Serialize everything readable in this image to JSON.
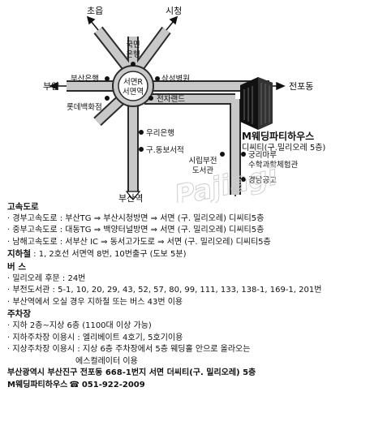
{
  "map": {
    "labels": {
      "choeup": "초읍",
      "sicheong": "시청",
      "gukmin_bank": "국민\n은행",
      "busan_bank": "부산은행",
      "seomyeon": "서면R\n서면역",
      "samsung_hospital": "삼성병원",
      "bupyeong": "부암",
      "jeonpo": "전포동",
      "lotte_dept": "롯데백화점",
      "electroland": "전자랜드",
      "woori_bank": "우리은행",
      "old_dongbo": "구.동보서적",
      "busan_station": "부산역",
      "library": "시립부전\n도서관",
      "venue_name": "M웨딩파티하우스",
      "venue_building": "디씨티(구.밀리오레 5층)",
      "gungni": "궁리마루\n수학과학체험관",
      "gyeongnam_school": "경남공고",
      "watermark": "Pajiagi"
    }
  },
  "directions": {
    "highway": {
      "title": "고속도로",
      "items": [
        "· 경부고속도로 : 부산TG ⇒ 부산시청방면 ⇒ 서면 (구. 밀리오레) 디씨티5층",
        "· 중부고속도로 : 대동TG ⇒ 백양터널방면 ⇒ 서면 (구. 밀리오레) 디씨티5층",
        "· 남해고속도로 : 서부산 IC ⇒ 동서고가도로 ⇒ 서면 (구. 밀리오레) 디씨티5층"
      ]
    },
    "subway": {
      "title": "지하철",
      "text": " : 1, 2호선 서면역 8번, 10번출구 (도보 5분)"
    },
    "bus": {
      "title": "버  스",
      "items": [
        "· 밀리오레 후문 : 24번",
        "· 부전도서관 : 5-1, 10, 20, 29, 43, 52, 57, 80, 99, 111, 133, 138-1, 169-1, 201번",
        "· 부산역에서 오실 경우 지하철 또는 버스 43번 이용"
      ]
    },
    "parking": {
      "title": "주차장",
      "items": [
        "· 지하 2층~지상 6층 (1100대 이상 가능)",
        "· 지하주차장 이용시 : 엘리베이트 4호기, 5호기이용",
        "· 지상주차장 이용시 : 지상 6층 주차장에서 5층 웨딩홀 안으로 올라오는"
      ],
      "continuation": "에스컬레이터 이용"
    },
    "address": "부산광역시 부산진구 전포동 668-1번지 서면 더씨티(구. 밀리오레) 5층",
    "venue": "M웨딩파티하우스",
    "phone_icon": "☎",
    "phone": "051-922-2009"
  }
}
